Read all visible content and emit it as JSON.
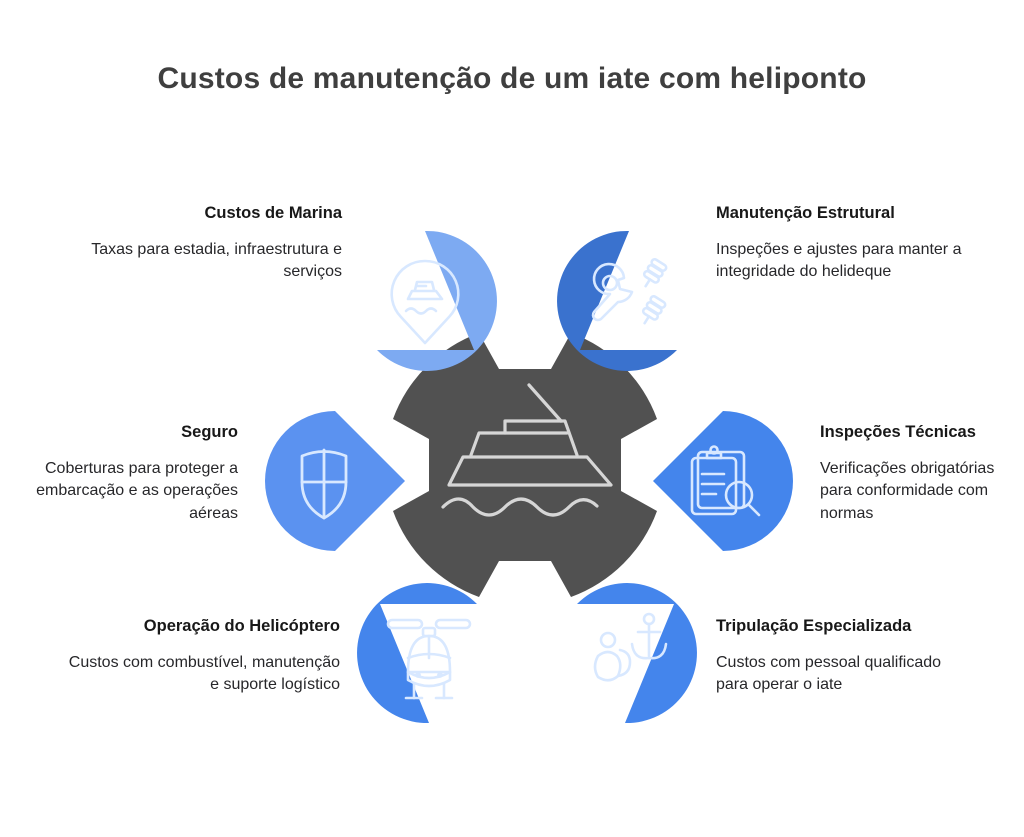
{
  "page": {
    "title": "Custos de manutenção de um iate com heliponto",
    "background": "#ffffff"
  },
  "colors": {
    "title": "#3f3f3f",
    "heading": "#181818",
    "body": "#27272a",
    "hub": "#515151",
    "hub_icon_stroke": "#d6d6d6",
    "bubble_marina": "#7daaf2",
    "bubble_estrutural": "#3a72ce",
    "bubble_seguro": "#5b92f0",
    "bubble_inspecoes": "#4485ec",
    "bubble_helicoptero": "#4485ec",
    "bubble_tripulacao": "#4485ec",
    "bubble_icon_stroke": "#d8e8ff"
  },
  "center": {
    "icon": "yacht-icon",
    "shape": "notched-hexagon"
  },
  "items": [
    {
      "id": "marina",
      "heading": "Custos de Marina",
      "body": "Taxas para estadia, infraestrutura e serviços",
      "icon": "map-pin-boat-icon",
      "align": "right",
      "position": "top-left"
    },
    {
      "id": "estrutural",
      "heading": "Manutenção Estrutural",
      "body": "Inspeções e ajustes para manter a integridade do helideque",
      "icon": "wrench-bolts-icon",
      "align": "left",
      "position": "top-right"
    },
    {
      "id": "seguro",
      "heading": "Seguro",
      "body": "Coberturas para proteger a embarcação e as operações aéreas",
      "icon": "shield-icon",
      "align": "right",
      "position": "middle-left"
    },
    {
      "id": "inspecoes",
      "heading": "Inspeções Técnicas",
      "body": "Verificações obrigatórias para conformidade com normas",
      "icon": "clipboard-magnifier-icon",
      "align": "left",
      "position": "middle-right"
    },
    {
      "id": "helicoptero",
      "heading": "Operação do Helicóptero",
      "body": "Custos com combustível, manutenção e suporte logístico",
      "icon": "helicopter-icon",
      "align": "right",
      "position": "bottom-left"
    },
    {
      "id": "tripulacao",
      "heading": "Tripulação Especializada",
      "body": "Custos com pessoal qualificado para operar o iate",
      "icon": "crew-anchor-icon",
      "align": "left",
      "position": "bottom-right"
    }
  ]
}
